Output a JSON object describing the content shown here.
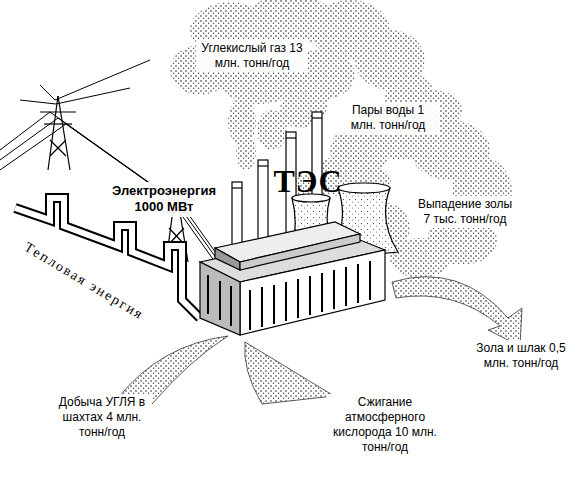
{
  "diagram": {
    "labels": [
      "Углекислый газ 13 млн. тонн/год",
      "Пары воды 1 млн. тонн/год",
      "ТЭС",
      "Электроэнергия 1000 МВт",
      "Выпадение золы 7 тыс. тонн/год",
      "Тепловая энергия",
      "Зола и шлак 0,5 млн. тонн/год",
      "Добыча УГЛЯ в шахтах 4 млн. тонн/год",
      "Сжигание атмосферного кислорода 10 млн. тонн/год"
    ]
  }
}
